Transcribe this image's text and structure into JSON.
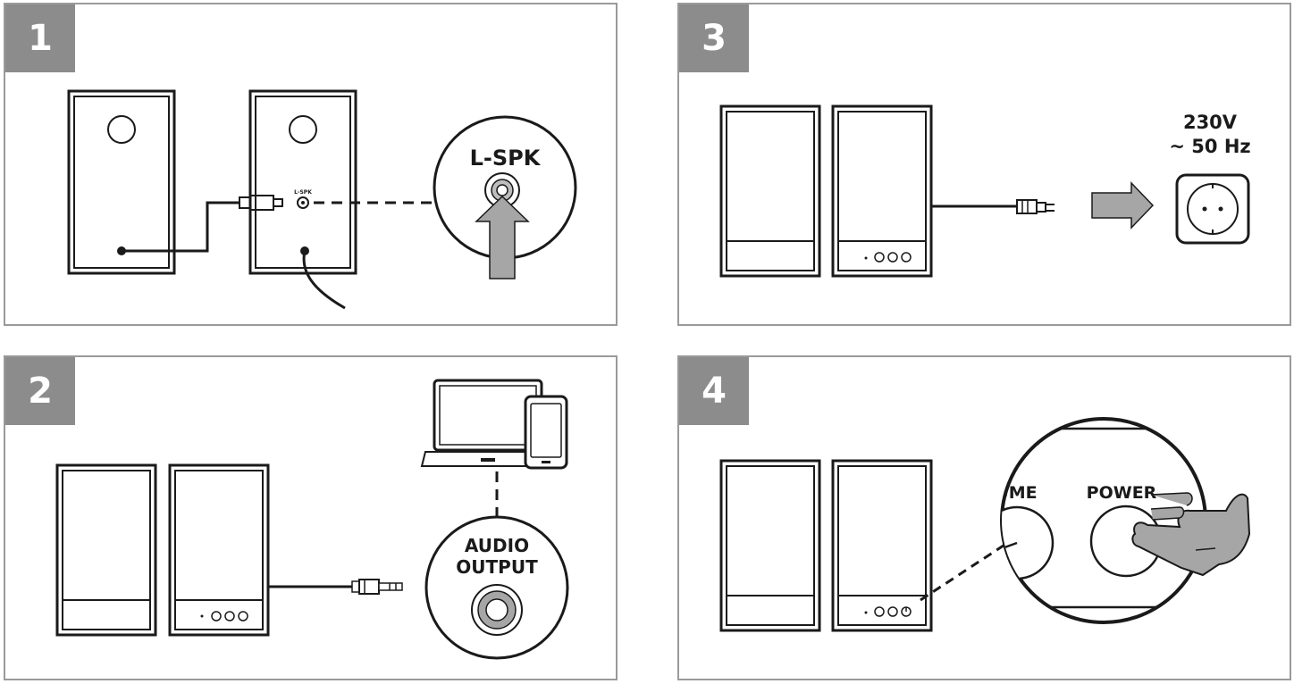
{
  "steps": [
    {
      "number": "1",
      "label_lspk_large": "L-SPK",
      "label_lspk_small": "L-SPK"
    },
    {
      "number": "2",
      "label_audio_line1": "AUDIO",
      "label_audio_line2": "OUTPUT"
    },
    {
      "number": "3",
      "label_voltage": "230V",
      "label_frequency": "~ 50 Hz"
    },
    {
      "number": "4",
      "label_volume": "UME",
      "label_power": "POWER"
    }
  ]
}
